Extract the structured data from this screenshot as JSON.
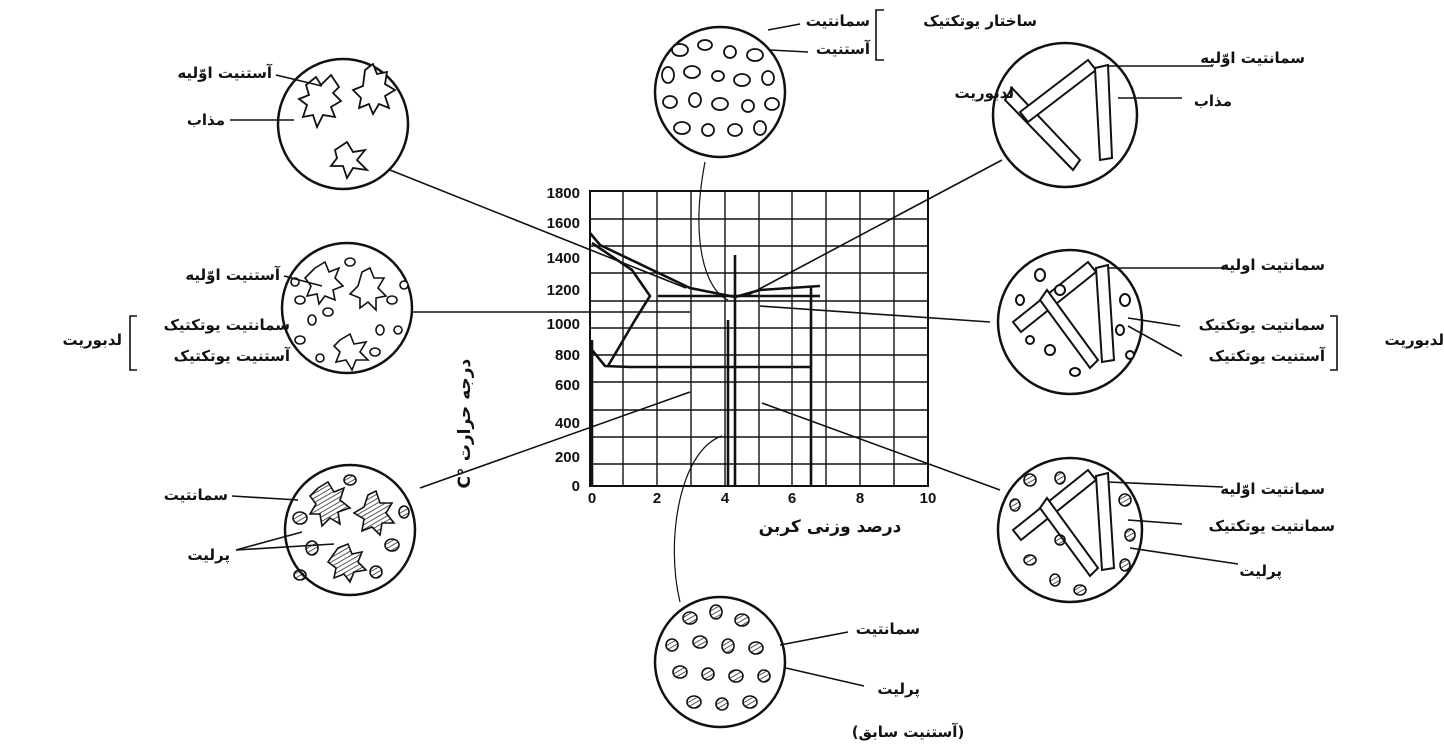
{
  "diagram": {
    "y_axis_label": "درجه حرارت",
    "y_axis_unit": "C°",
    "x_axis_label": "درصد وزنی کربن",
    "y_ticks": [
      "0",
      "200",
      "400",
      "600",
      "800",
      "1000",
      "1200",
      "1400",
      "1600",
      "1800"
    ],
    "x_ticks": [
      "0",
      "2",
      "4",
      "6",
      "8",
      "10"
    ],
    "micrographs": {
      "top_left": {
        "labels": [
          "آستنیت اوّلیه",
          "مذاب"
        ]
      },
      "top_center": {
        "labels": [
          "سمانتیت",
          "آستنیت"
        ],
        "group_label": "ساختار یوتکتیک"
      },
      "top_right": {
        "labels": [
          "سمانتیت اوّلیه",
          "لدبوریت",
          "مذاب"
        ]
      },
      "mid_left": {
        "labels": [
          "آستنیت اوّلیه",
          "سمانتیت یوتکتیک",
          "آستنیت یوتکتیک"
        ],
        "group_label": "لدبوریت"
      },
      "mid_right": {
        "labels": [
          "سمانتیت اولیه",
          "سمانتیت یوتکتیک",
          "آستنیت یوتکتیک"
        ],
        "group_label": "لدبوریت"
      },
      "bottom_left": {
        "labels": [
          "سمانتیت",
          "پرلیت"
        ]
      },
      "bottom_center": {
        "labels": [
          "سمانتیت",
          "پرلیت",
          "(آستنیت سابق)"
        ]
      },
      "bottom_right": {
        "labels": [
          "سمانتیت اوّلیه",
          "سمانتیت یوتکتیک",
          "پرلیت"
        ]
      }
    }
  }
}
